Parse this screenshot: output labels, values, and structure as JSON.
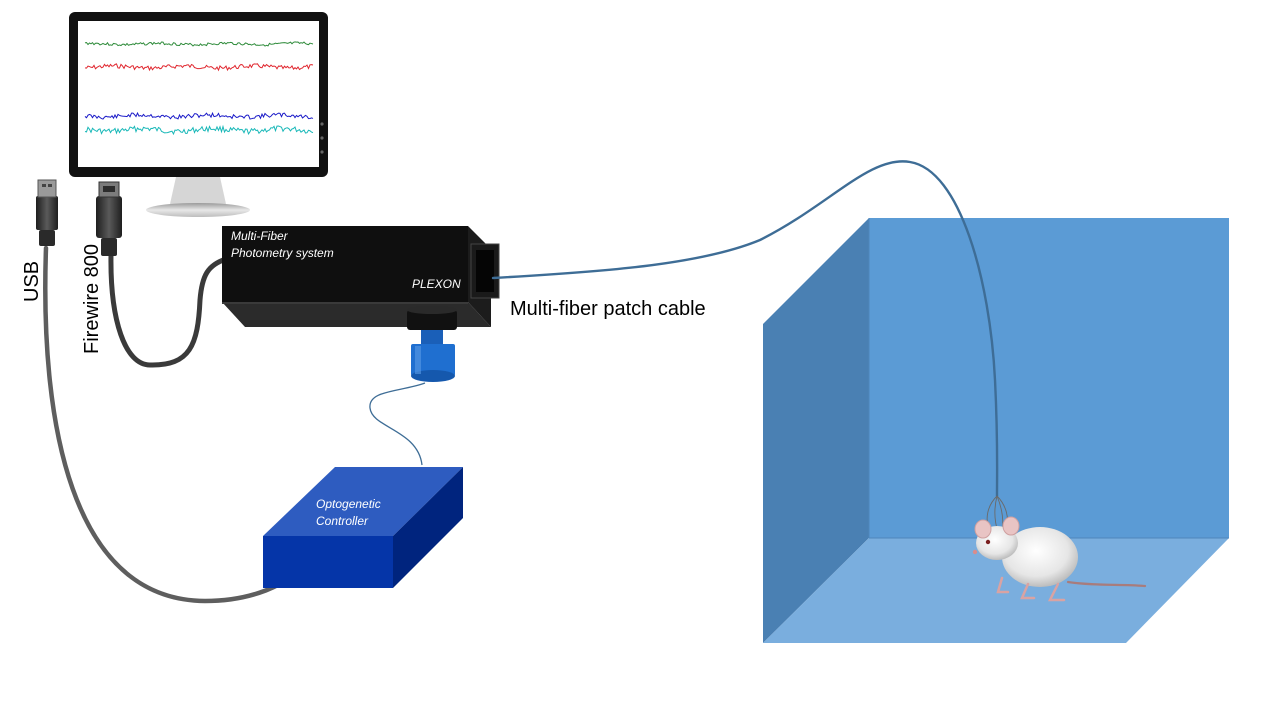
{
  "labels": {
    "usb": "USB",
    "firewire": "Firewire 800",
    "photometry_line1": "Multi-Fiber",
    "photometry_line2": "Photometry system",
    "brand": "PLEXON",
    "patch_cable": "Multi-fiber patch cable",
    "controller_line1": "Optogenetic",
    "controller_line2": "Controller"
  },
  "colors": {
    "trace_1": "#2e8b3a",
    "trace_2": "#e0262e",
    "trace_3": "#1a1ac8",
    "trace_4": "#19b8b8",
    "arena_back": "#5b9bd5",
    "arena_floor": "#7aaede",
    "arena_left": "#4a80b3",
    "fiber": "#3e6d96",
    "controller_top": "#2e5cc0",
    "controller_front": "#0535a8",
    "controller_side": "#00247e",
    "photometry_box": "#0f0f0f",
    "cable": "#3a3a3a"
  },
  "icons": {
    "monitor": "computer-monitor-icon",
    "usb_plug": "usb-plug-icon",
    "firewire_plug": "firewire-plug-icon",
    "led_module": "led-module-icon",
    "mouse": "mouse-icon"
  }
}
